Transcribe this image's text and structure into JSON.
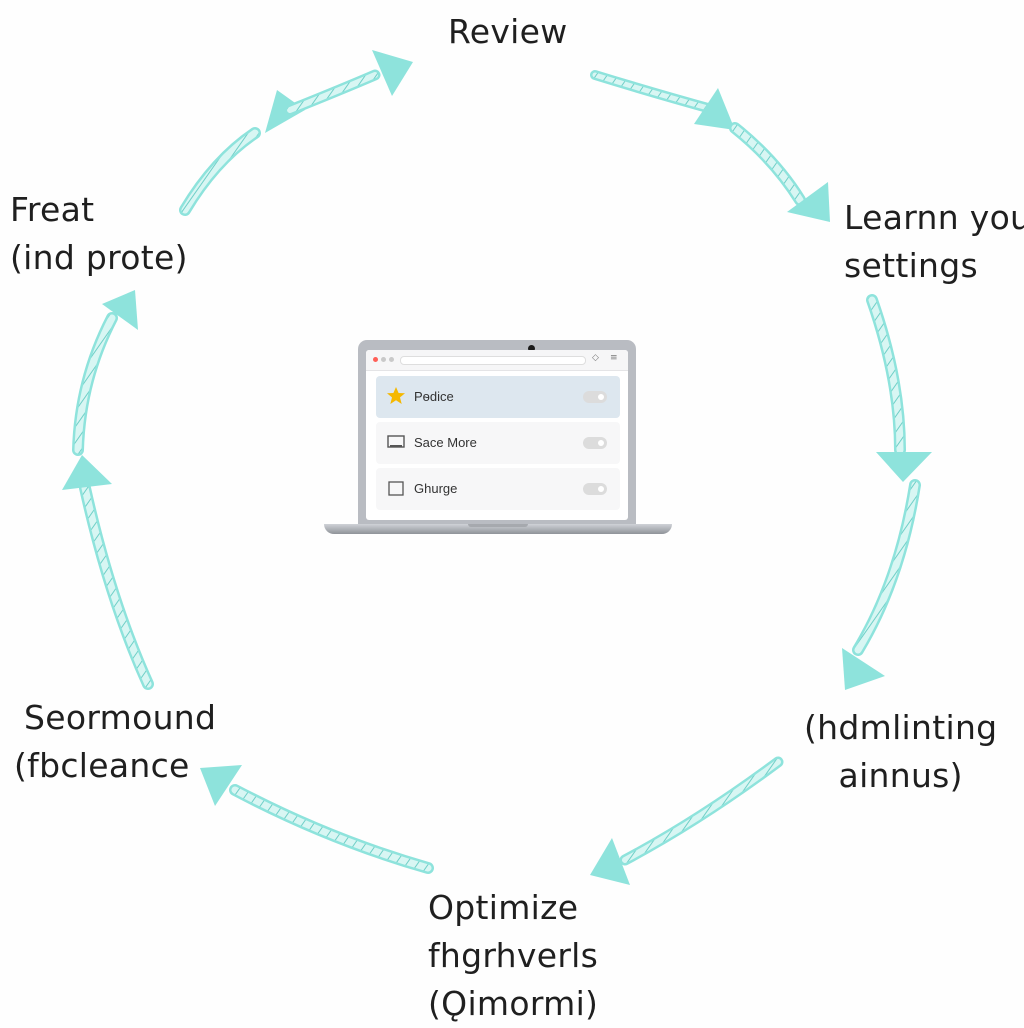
{
  "stages": {
    "top": "Review",
    "right_top": [
      "Learnn you",
      "settings"
    ],
    "right_bottom": [
      "(hdmlinting",
      "ainnus)"
    ],
    "bottom": [
      "Optimize",
      "fhgrhverls",
      "(Ǫimormi)"
    ],
    "left_bottom": [
      "Seormound",
      "(fbcleance"
    ],
    "left_top": [
      "Freat",
      "(ind prote)"
    ]
  },
  "laptop": {
    "rows": [
      {
        "label": "Pѳdice",
        "icon": "star-icon"
      },
      {
        "label": "Sace More",
        "icon": "monitor-icon"
      },
      {
        "label": "Ghurge",
        "icon": "checkbox-icon"
      }
    ]
  },
  "colors": {
    "arrow": "#8ee3dc",
    "arrow_hatch": "#6fcfc7",
    "text": "#1f1f1f",
    "active_row": "#dde7ef",
    "star": "#f5b800"
  }
}
